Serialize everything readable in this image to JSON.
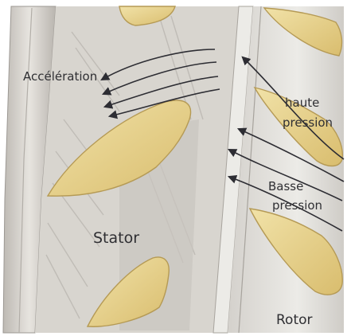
{
  "labels": {
    "acceleration": "Accélération",
    "haute_line1": "haute",
    "haute_line2": "pression",
    "basse_line1": "Basse",
    "basse_line2": "pression",
    "stator": "Stator",
    "rotor": "Rotor"
  },
  "colors": {
    "paper": "#ffffff",
    "metal_light": "#e6e3de",
    "metal_mid": "#cfcbc5",
    "metal_dark": "#a9a5a0",
    "blade_fill": "#e8d28e",
    "blade_edge": "#b59a55",
    "arrow": "#2d2d33",
    "text": "#2f2f33"
  }
}
